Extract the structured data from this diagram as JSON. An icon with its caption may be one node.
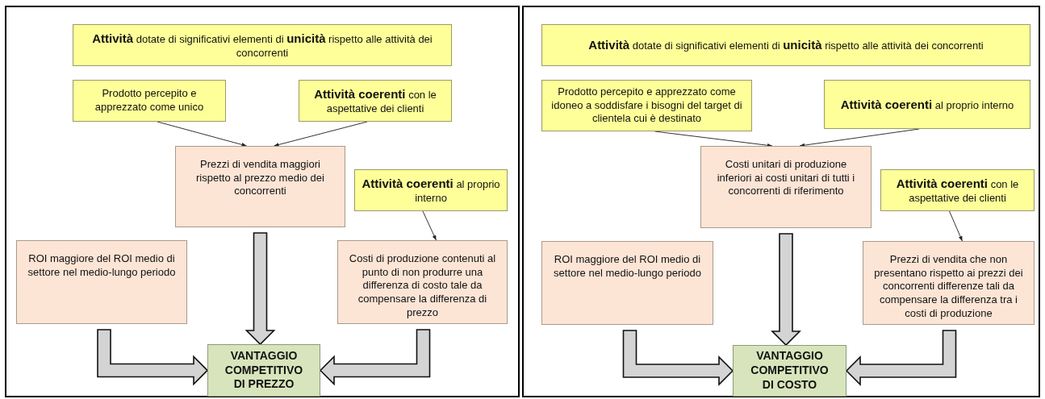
{
  "diagram": {
    "nodes": [
      {
        "text": [
          "**Attività** dotate di significativi elementi di **unicità** rispetto alle attività dei concorrenti"
        ]
      },
      {
        "text": [
          "Prodotto percepito e apprezzato come unico"
        ]
      },
      {
        "text": [
          "**Attività coerenti** con le aspettative dei clienti"
        ]
      },
      {
        "text": [
          "Prezzi di vendita maggiori rispetto al prezzo medio dei concorrenti"
        ]
      },
      {
        "text": [
          "**Attività coerenti** al proprio interno"
        ]
      },
      {
        "text": [
          "ROI maggiore del ROI medio di settore nel medio-lungo periodo"
        ]
      },
      {
        "text": [
          "Costi di produzione contenuti al punto di non produrre una differenza di costo tale da compensare la differenza di prezzo"
        ]
      },
      {
        "text": [
          "VANTAGGIO COMPETITIVO DI PREZZO"
        ]
      },
      {
        "text": [
          "**Attività** dotate di significativi elementi di **unicità** rispetto alle attività dei concorrenti"
        ]
      },
      {
        "text": [
          "Prodotto percepito e apprezzato come idoneo a soddisfare i bisogni del target di clientela cui è destinato"
        ]
      },
      {
        "text": [
          "**Attività coerenti** al proprio interno"
        ]
      },
      {
        "text": [
          "Costi unitari di produzione inferiori ai costi unitari di tutti i concorrenti di riferimento"
        ]
      },
      {
        "text": [
          "**Attività coerenti** con le aspettative dei clienti"
        ]
      },
      {
        "text": [
          "ROI maggiore del ROI medio di settore nel medio-lungo periodo"
        ]
      },
      {
        "text": [
          "Prezzi di vendita che non presentano rispetto ai prezzi dei concorrenti differenze tali da compensare la differenza tra i costi di produzione"
        ]
      },
      {
        "text": [
          "VANTAGGIO COMPETITIVO DI COSTO"
        ]
      }
    ],
    "edges": [
      {
        "from": 1,
        "to": 3,
        "arrow": "to"
      },
      {
        "from": 2,
        "to": 3,
        "arrow": "to"
      },
      {
        "from": 4,
        "to": 6,
        "arrow": "to"
      },
      {
        "from": 3,
        "to": 7,
        "arrow": "to",
        "style": "thick"
      },
      {
        "from": 5,
        "to": 7,
        "arrow": "to",
        "style": "thick"
      },
      {
        "from": 6,
        "to": 7,
        "arrow": "to",
        "style": "thick"
      },
      {
        "from": 9,
        "to": 11,
        "arrow": "to"
      },
      {
        "from": 10,
        "to": 11,
        "arrow": "to"
      },
      {
        "from": 12,
        "to": 14,
        "arrow": "to"
      },
      {
        "from": 11,
        "to": 15,
        "arrow": "to",
        "style": "thick"
      },
      {
        "from": 13,
        "to": 15,
        "arrow": "to",
        "style": "thick"
      },
      {
        "from": 14,
        "to": 15,
        "arrow": "to",
        "style": "thick"
      }
    ]
  }
}
